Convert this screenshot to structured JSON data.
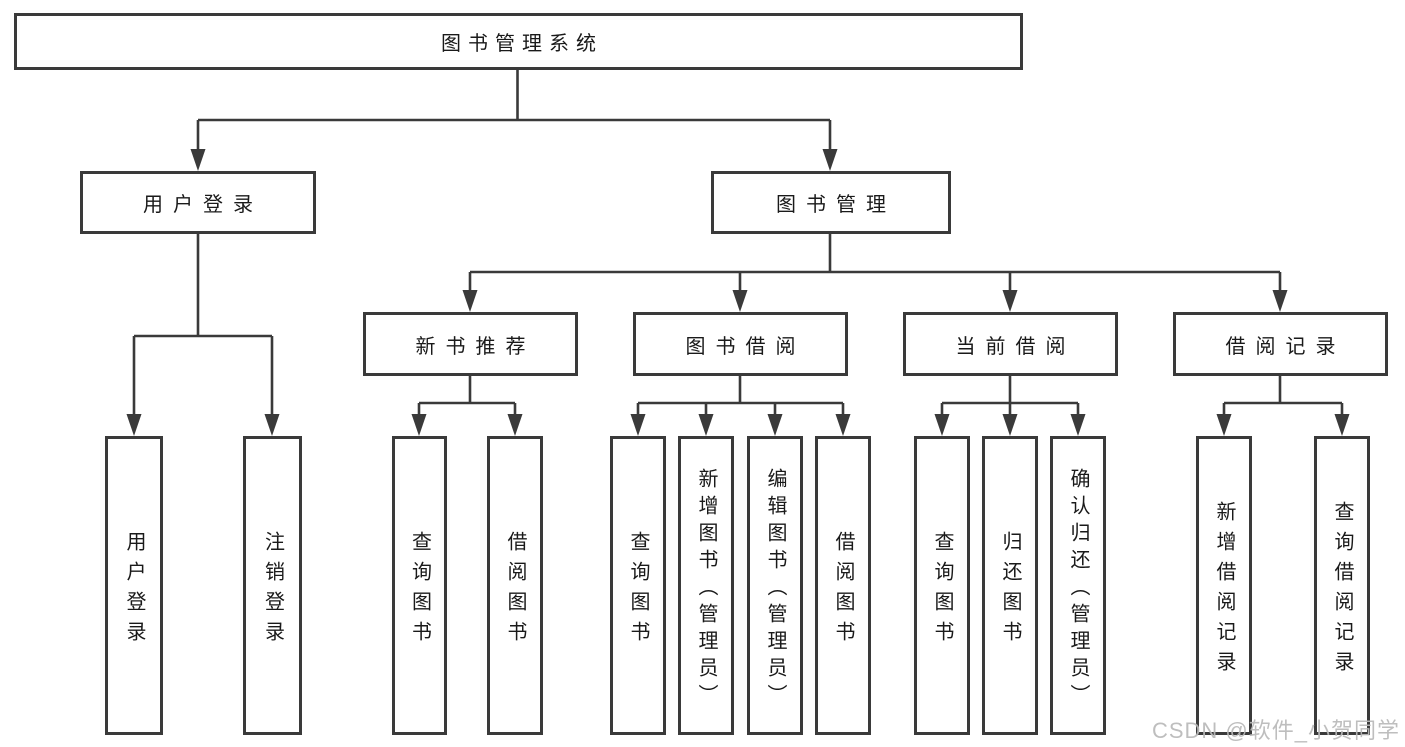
{
  "diagram": {
    "root": {
      "label": "图书管理系统"
    },
    "level2": [
      {
        "id": "user-login",
        "label": "用户登录",
        "parent": "图书管理系统"
      },
      {
        "id": "book-management",
        "label": "图书管理",
        "parent": "图书管理系统"
      }
    ],
    "level3": [
      {
        "id": "new-book-recommendation",
        "label": "新书推荐",
        "parent": "图书管理"
      },
      {
        "id": "book-borrowing",
        "label": "图书借阅",
        "parent": "图书管理"
      },
      {
        "id": "current-borrowing",
        "label": "当前借阅",
        "parent": "图书管理"
      },
      {
        "id": "borrowing-records",
        "label": "借阅记录",
        "parent": "图书管理"
      }
    ],
    "leaves": [
      {
        "id": "user-login-leaf",
        "label": "用户登录",
        "parent": "用户登录"
      },
      {
        "id": "logout-leaf",
        "label": "注销登录",
        "parent": "用户登录"
      },
      {
        "id": "query-books-1",
        "label": "查询图书",
        "parent": "新书推荐"
      },
      {
        "id": "borrow-books-1",
        "label": "借阅图书",
        "parent": "新书推荐"
      },
      {
        "id": "query-books-2",
        "label": "查询图书",
        "parent": "图书借阅"
      },
      {
        "id": "add-book-admin",
        "label": "新增图书（管理员）",
        "parent": "图书借阅"
      },
      {
        "id": "edit-book-admin",
        "label": "编辑图书（管理员）",
        "parent": "图书借阅"
      },
      {
        "id": "borrow-books-2",
        "label": "借阅图书",
        "parent": "图书借阅"
      },
      {
        "id": "query-books-3",
        "label": "查询图书",
        "parent": "当前借阅"
      },
      {
        "id": "return-books",
        "label": "归还图书",
        "parent": "当前借阅"
      },
      {
        "id": "confirm-return-admin",
        "label": "确认归还（管理员）",
        "parent": "当前借阅"
      },
      {
        "id": "add-borrow-record",
        "label": "新增借阅记录",
        "parent": "借阅记录"
      },
      {
        "id": "query-borrow-record",
        "label": "查询借阅记录",
        "parent": "借阅记录"
      }
    ]
  },
  "watermark": {
    "text": "CSDN @软件_小贺同学"
  },
  "colors": {
    "line": "#3a3a3a",
    "text": "#1a1a1a",
    "box_background": "#ffffff",
    "page_background": "#ffffff",
    "watermark": "#b9b9b9"
  }
}
